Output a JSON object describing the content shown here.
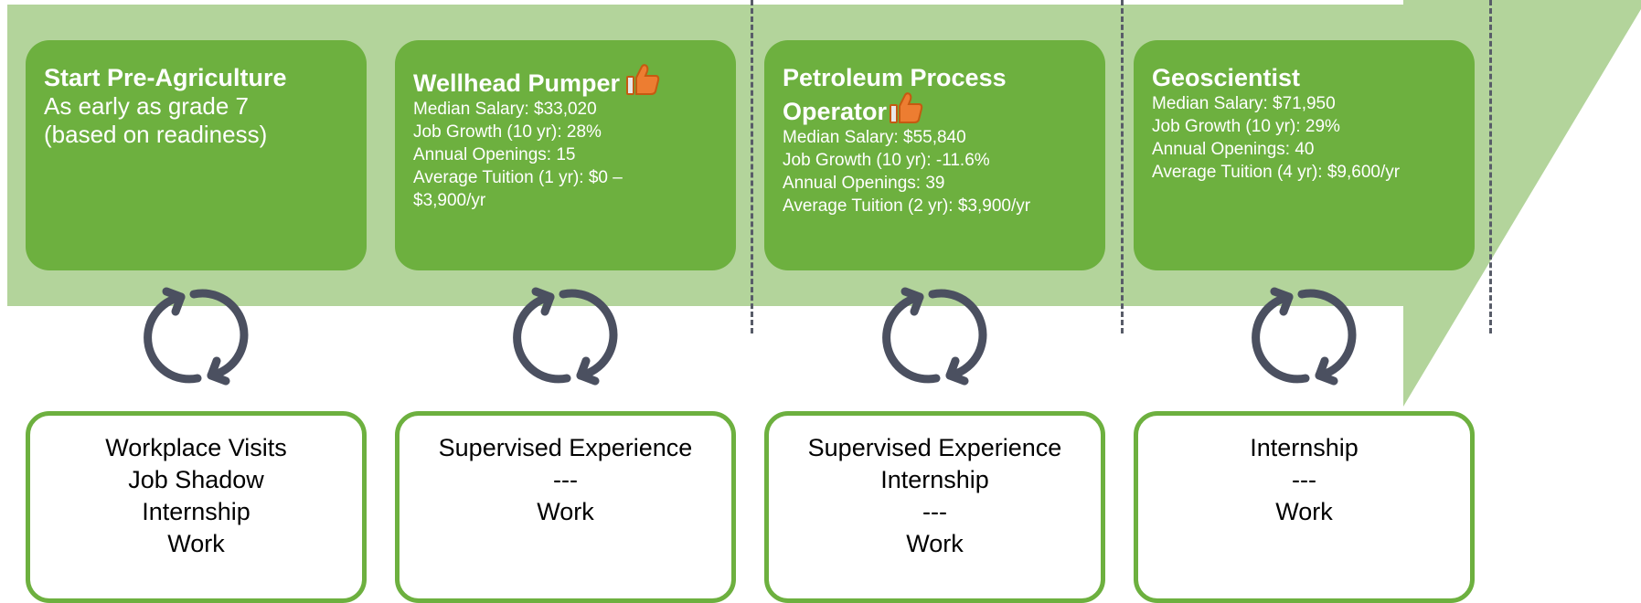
{
  "colors": {
    "arrow": "#b3d49b",
    "card": "#6db03f",
    "card_text": "#ffffff",
    "cycle_icon": "#4b5060",
    "divider": "#585c68"
  },
  "steps": [
    {
      "title": "Start Pre-Agriculture",
      "subtitle": [
        "As early as grade 7",
        "(based on readiness)"
      ],
      "details": [],
      "recommended": false,
      "activities": [
        "Workplace Visits",
        "Job Shadow",
        "Internship",
        "Work"
      ]
    },
    {
      "title": "Wellhead Pumper",
      "subtitle": [],
      "details": [
        "Median Salary: $33,020",
        "Job Growth (10 yr): 28%",
        "Annual Openings: 15",
        "Average Tuition (1 yr): $0 –",
        "$3,900/yr"
      ],
      "recommended": true,
      "activities": [
        "Supervised Experience",
        "---",
        "Work"
      ]
    },
    {
      "title": "Petroleum Process Operator",
      "title_lines": [
        "Petroleum Process",
        "Operator"
      ],
      "subtitle": [],
      "details": [
        "Median Salary: $55,840",
        "Job Growth (10 yr): -11.6%",
        "Annual Openings: 39",
        "Average Tuition (2 yr): $3,900/yr"
      ],
      "recommended": true,
      "activities": [
        "Supervised Experience",
        "Internship",
        "---",
        "Work"
      ]
    },
    {
      "title": "Geoscientist",
      "subtitle": [],
      "details": [
        "Median Salary: $71,950",
        "Job Growth (10 yr): 29%",
        "Annual Openings: 40",
        "Average Tuition (4 yr): $9,600/yr"
      ],
      "recommended": false,
      "activities": [
        "Internship",
        "---",
        "Work"
      ]
    }
  ]
}
